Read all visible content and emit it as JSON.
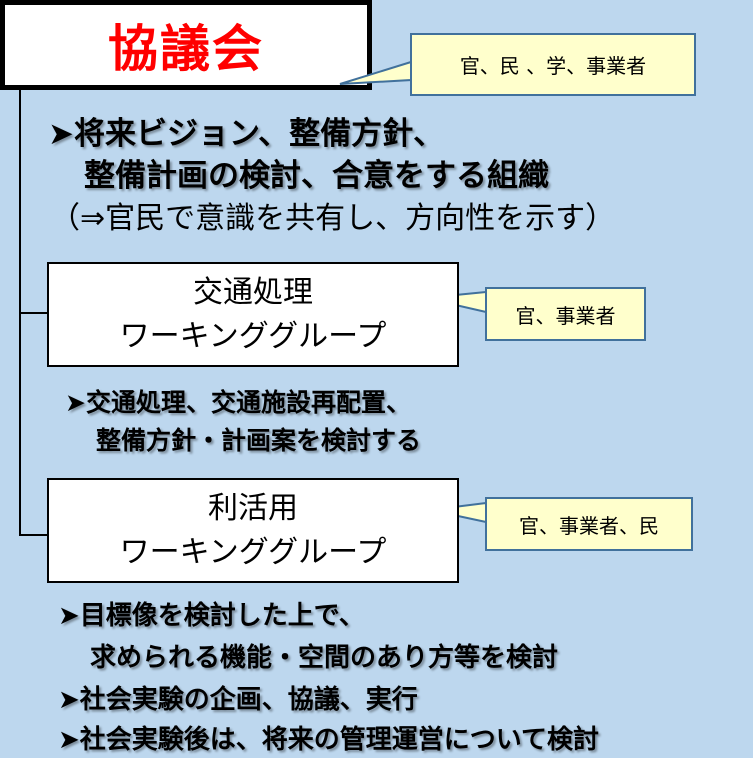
{
  "council": {
    "title": "協議会",
    "members": "官、民 、学、事業者",
    "bullets": [
      "➤将来ビジョン、整備方針、",
      "整備計画の検討、合意をする組織"
    ],
    "note": "（⇒官民で意識を共有し、方向性を示す）"
  },
  "traffic_wg": {
    "title_line1": "交通処理",
    "title_line2": "ワーキンググループ",
    "members": "官、事業者",
    "bullets": [
      "➤交通処理、交通施設再配置、",
      "整備方針・計画案を検討する"
    ]
  },
  "utilization_wg": {
    "title_line1": "利活用",
    "title_line2": "ワーキンググループ",
    "members": "官、事業者、民",
    "bullets": [
      "➤目標像を検討した上で、",
      "求められる機能・空間のあり方等を検討",
      "➤社会実験の企画、協議、実行",
      "➤社会実験後は、将来の管理運営について検討"
    ]
  },
  "colors": {
    "background": "#bdd7ee",
    "title": "#ff0000",
    "callout_fill": "#ffffcc",
    "callout_border": "#41719c"
  }
}
